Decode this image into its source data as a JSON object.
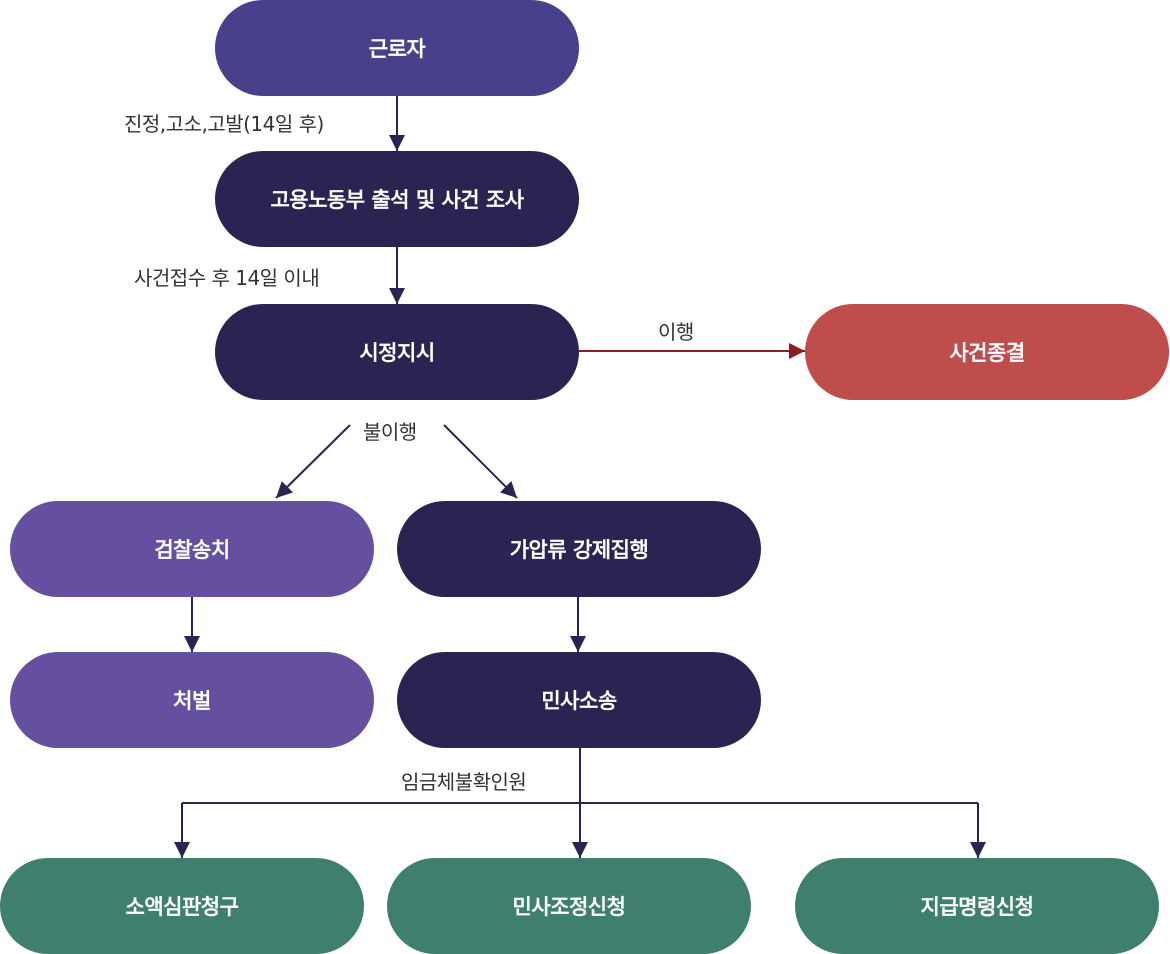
{
  "nodes": {
    "worker": {
      "label": "근로자",
      "color": "#46418a"
    },
    "ministry": {
      "label": "고용노동부 출석 및 사건 조사",
      "color": "#2a2453"
    },
    "correction_order": {
      "label": "시정지시",
      "color": "#2a2453"
    },
    "case_closed": {
      "label": "사건종결",
      "color": "#be4d4b"
    },
    "prosecution": {
      "label": "검찰송치",
      "color": "#654f9f"
    },
    "seizure": {
      "label": "가압류 강제집행",
      "color": "#2a2453"
    },
    "punishment": {
      "label": "처벌",
      "color": "#654f9f"
    },
    "civil_suit": {
      "label": "민사소송",
      "color": "#2a2453"
    },
    "small_claims": {
      "label": "소액심판청구",
      "color": "#3f7f6e"
    },
    "civil_mediation": {
      "label": "민사조정신청",
      "color": "#3f7f6e"
    },
    "payment_order": {
      "label": "지급명령신청",
      "color": "#3f7f6e"
    }
  },
  "edge_labels": {
    "petition": "진정,고소,고발(14일 후)",
    "within_14_days": "사건접수 후 14일 이내",
    "complied": "이행",
    "not_complied": "불이행",
    "wage_certificate": "임금체불확인원"
  },
  "colors": {
    "arrow": "#2a2453",
    "arrow_closed": "#8b1c1f"
  }
}
